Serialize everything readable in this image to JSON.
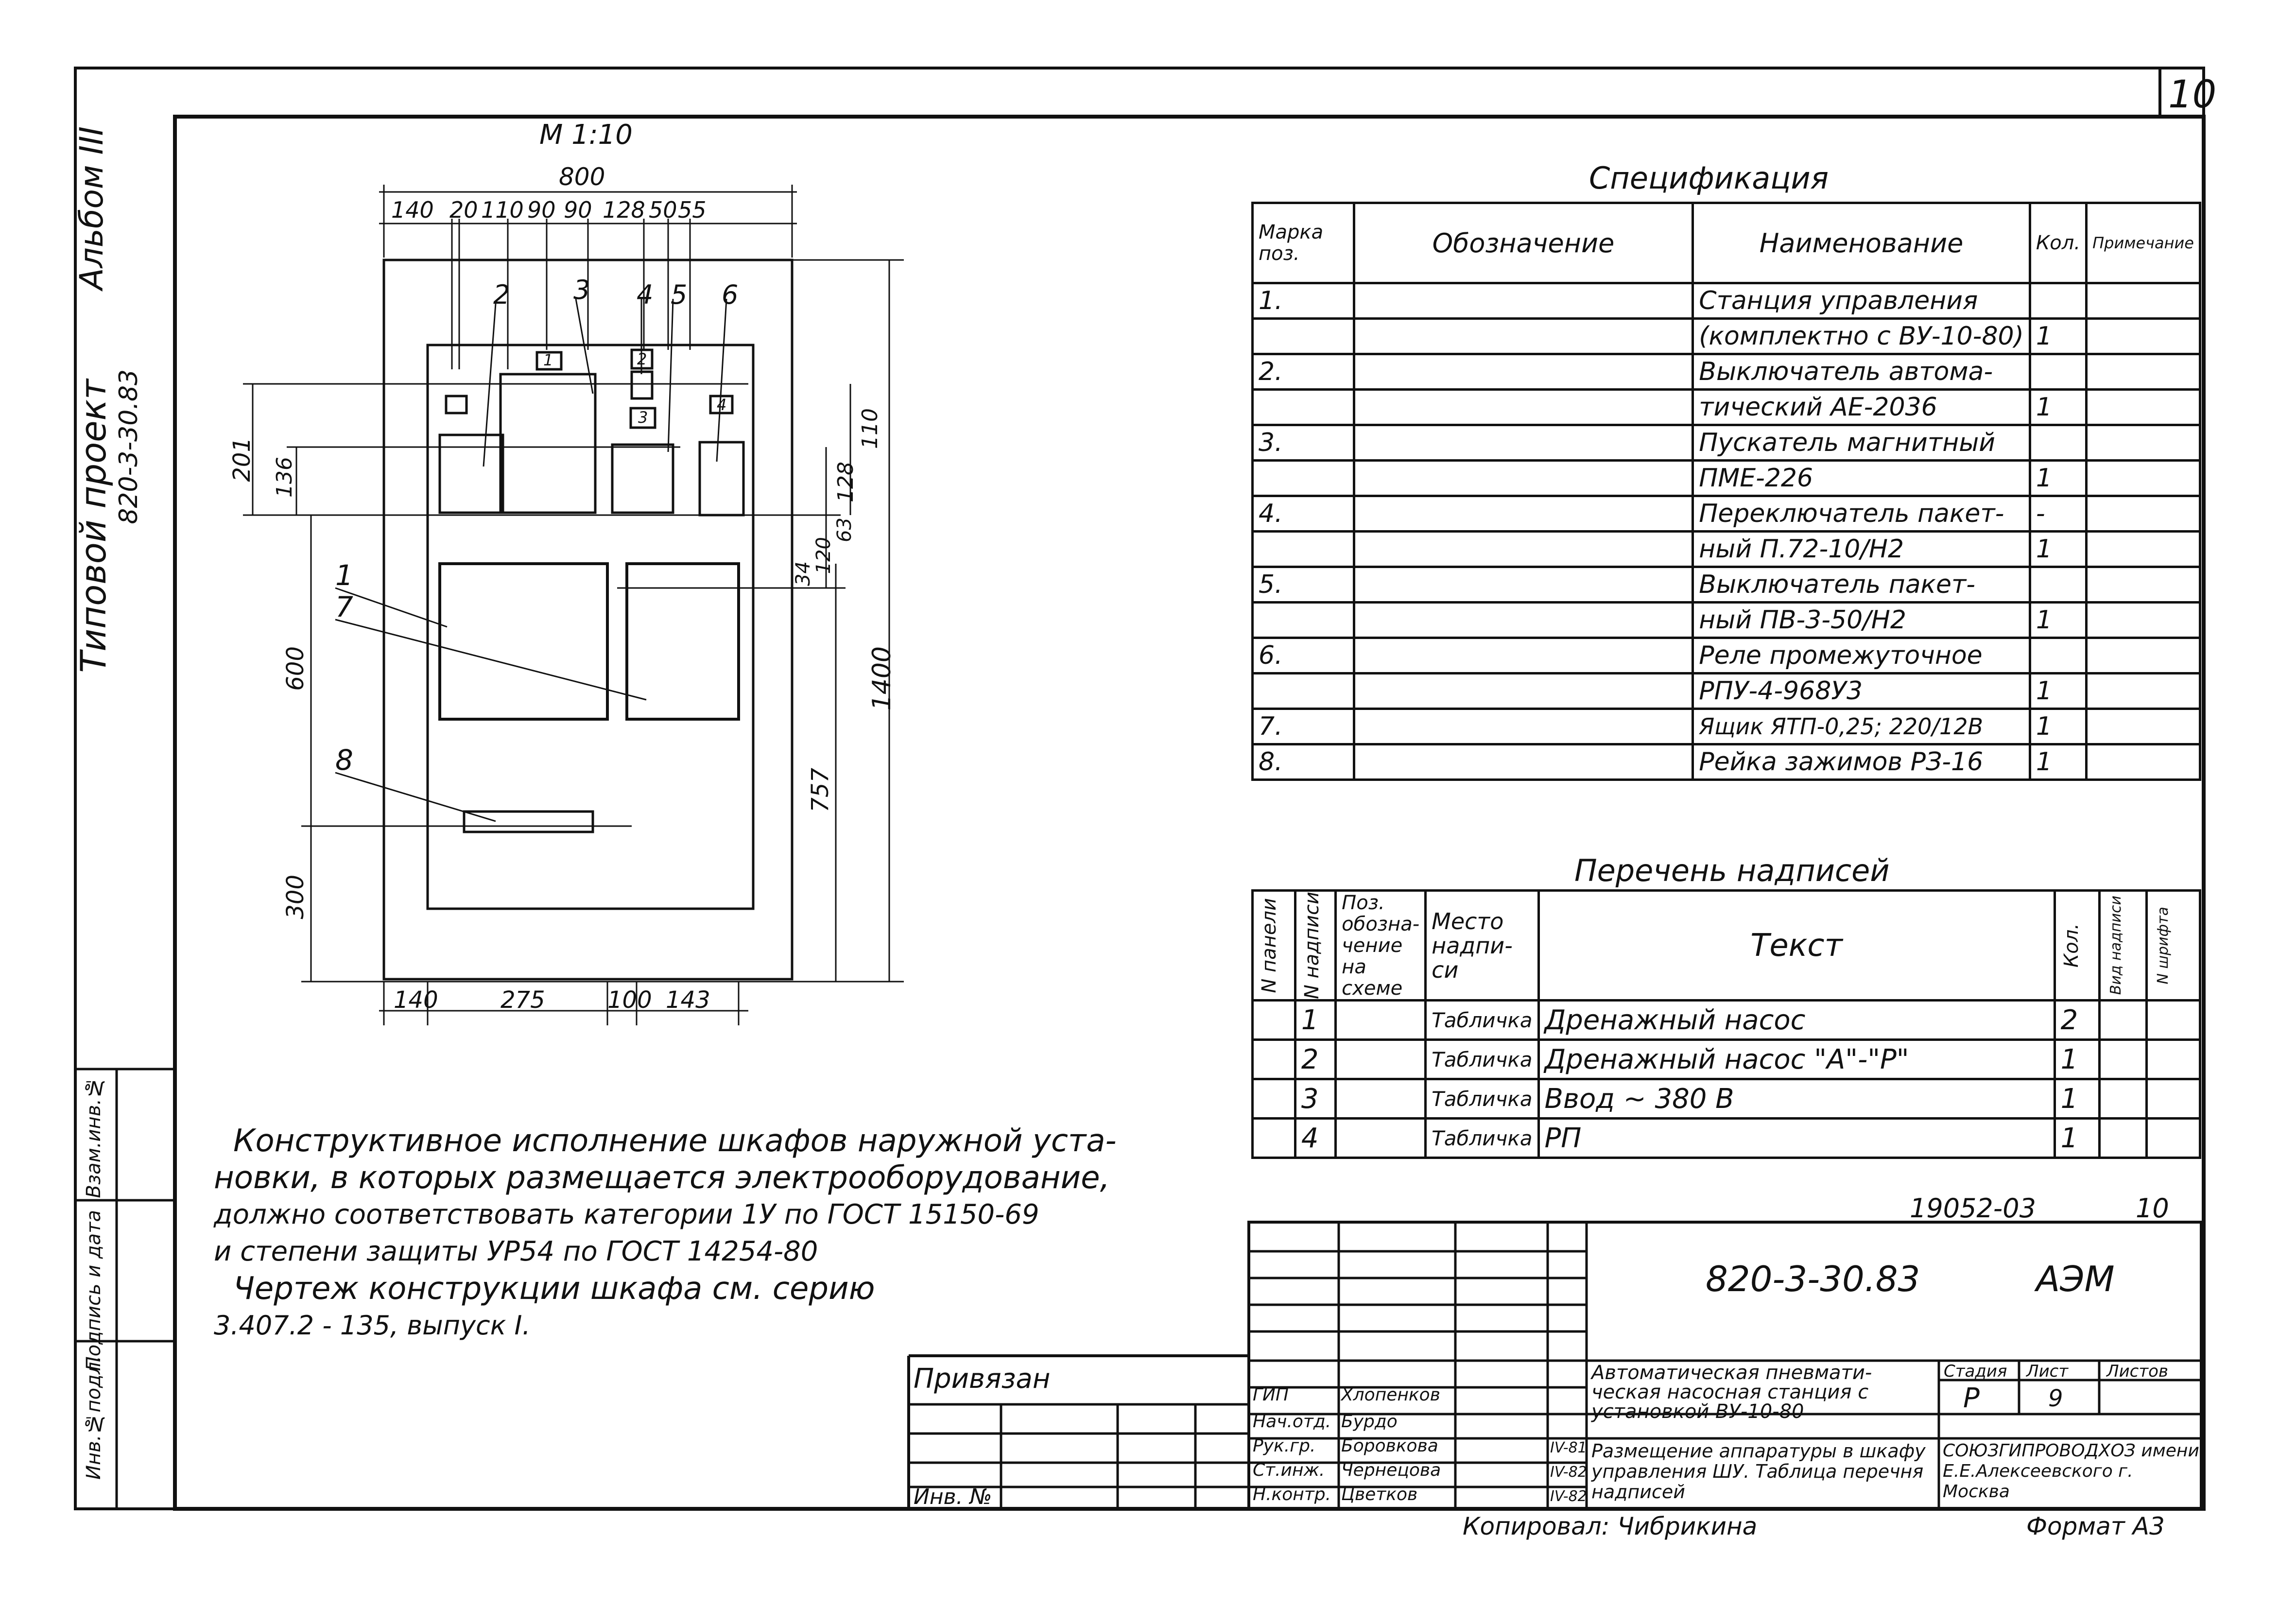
{
  "sheet": {
    "page_number": "10",
    "side_labels": {
      "album": "Альбом III",
      "project": "Типовой проект",
      "project_code": "820-3-30.83"
    },
    "left_column_labels": [
      "Инв.№подл.",
      "Подпись и дата",
      "Взам.инв.№"
    ]
  },
  "drawing": {
    "scale": "М 1:10",
    "total_width": "800",
    "top_dims": [
      "140",
      "20",
      "110",
      "90",
      "90",
      "128",
      "50",
      "55"
    ],
    "bottom_dims": [
      "140",
      "275",
      "100",
      "143"
    ],
    "left_dims": [
      "201",
      "136",
      "600",
      "300"
    ],
    "right_dims": [
      "110",
      "128",
      "63",
      "120",
      "34",
      "757",
      "1400"
    ],
    "callouts": [
      "1",
      "2",
      "3",
      "4",
      "5",
      "6",
      "7",
      "8"
    ],
    "box_labels": [
      "1",
      "2",
      "3",
      "4"
    ]
  },
  "spec": {
    "title": "Спецификация",
    "headers": [
      "Марка поз.",
      "Обозначение",
      "Наименование",
      "Кол.",
      "Примечание"
    ],
    "rows": [
      [
        "1.",
        "",
        "Станция управления",
        "",
        ""
      ],
      [
        "",
        "",
        "(комплектно с ВУ-10-80)",
        "1",
        ""
      ],
      [
        "2.",
        "",
        "Выключатель автома-",
        "",
        ""
      ],
      [
        "",
        "",
        "тический АЕ-2036",
        "1",
        ""
      ],
      [
        "3.",
        "",
        "Пускатель магнитный",
        "",
        ""
      ],
      [
        "",
        "",
        "ПМЕ-226",
        "1",
        ""
      ],
      [
        "4.",
        "",
        "Переключатель пакет-",
        "-",
        ""
      ],
      [
        "",
        "",
        "ный П.72-10/Н2",
        "1",
        ""
      ],
      [
        "5.",
        "",
        "Выключатель пакет-",
        "",
        ""
      ],
      [
        "",
        "",
        "ный ПВ-3-50/Н2",
        "1",
        ""
      ],
      [
        "6.",
        "",
        "Реле промежуточное",
        "",
        ""
      ],
      [
        "",
        "",
        "РПУ-4-968У3",
        "1",
        ""
      ],
      [
        "7.",
        "",
        "Ящик ЯТП-0,25; 220/12В",
        "1",
        ""
      ],
      [
        "8.",
        "",
        "Рейка зажимов РЗ-16",
        "1",
        ""
      ]
    ]
  },
  "labels": {
    "title": "Перечень надписей",
    "headers": [
      "N панели",
      "N надписи",
      "Поз. обозна-чение на схеме",
      "Место надпи-си",
      "Текст",
      "Кол.",
      "Вид надписи",
      "N шрифта"
    ],
    "rows": [
      [
        "",
        "1",
        "",
        "Табличка",
        "Дренажный насос",
        "2",
        "",
        ""
      ],
      [
        "",
        "2",
        "",
        "Табличка",
        "Дренажный насос \"А\"-\"Р\"",
        "1",
        "",
        ""
      ],
      [
        "",
        "3",
        "",
        "Табличка",
        "Ввод ~ 380 В",
        "1",
        "",
        ""
      ],
      [
        "",
        "4",
        "",
        "Табличка",
        "РП",
        "1",
        "",
        ""
      ]
    ]
  },
  "notes": [
    "Конструктивное исполнение шкафов наружной уста-",
    "новки, в которых размещается электрооборудование,",
    "должно соответствовать категории 1У по ГОСТ 15150-69",
    "и степени защиты УР54 по ГОСТ 14254-80",
    "Чертеж конструкции шкафа см. серию",
    "3.407.2 - 135, выпуск I."
  ],
  "stamp": {
    "doc_number": "19052-03",
    "doc_sheet": "10",
    "code": "820-3-30.83",
    "suffix": "АЭМ",
    "linked_label": "Привязан",
    "inv_label": "Инв. №",
    "roles": [
      [
        "ГИП",
        "Хлопенков"
      ],
      [
        "Нач.отд.",
        "Бурдо"
      ],
      [
        "Рук.гр.",
        "Боровкова"
      ],
      [
        "Ст.инж.",
        "Чернецова"
      ],
      [
        "Н.контр.",
        "Цветков"
      ]
    ],
    "dates": [
      "",
      "",
      "IV-81",
      "IV-82",
      "IV-82"
    ],
    "object_title": "Автоматическая пневмати-ческая насосная станция с установкой ВУ-10-80",
    "sheet_title": "Размещение аппаратуры в шкафу управления ШУ. Таблица перечня надписей",
    "stage_label": "Стадия",
    "sheet_label": "Лист",
    "sheets_label": "Листов",
    "stage": "Р",
    "sheet_no": "9",
    "org": "СОЮЗГИПРОВОДХОЗ имени Е.Е.Алексеевского г. Москва"
  },
  "footer": {
    "copied": "Копировал: Чибрикина",
    "format": "Формат А3"
  }
}
